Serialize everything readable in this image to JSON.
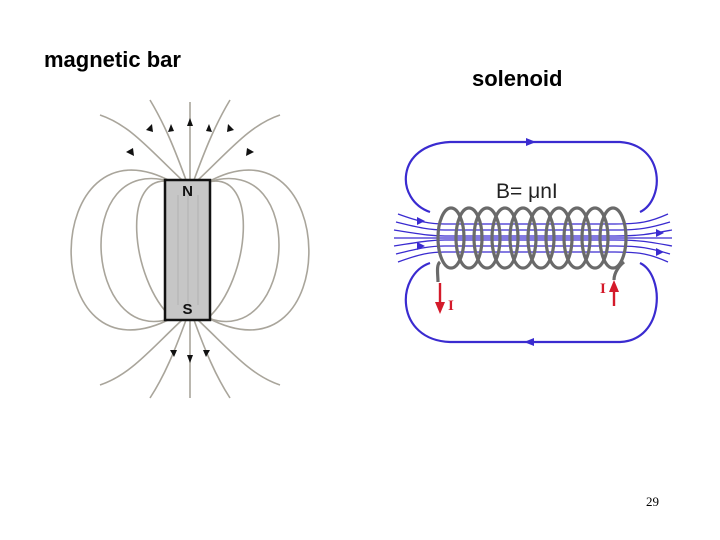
{
  "slide": {
    "left_title": "magnetic bar",
    "right_title": "solenoid",
    "page_number": "29"
  },
  "bar_magnet": {
    "north_label": "N",
    "south_label": "S",
    "field_line_color": "#a9a59b",
    "magnet_fill": "#c6c6c6"
  },
  "solenoid": {
    "formula": "B= μnI",
    "current_label_left": "I",
    "current_label_right": "I",
    "field_line_color": "#3a2bd0",
    "current_color": "#d41a2a",
    "coil_turns": 10
  }
}
